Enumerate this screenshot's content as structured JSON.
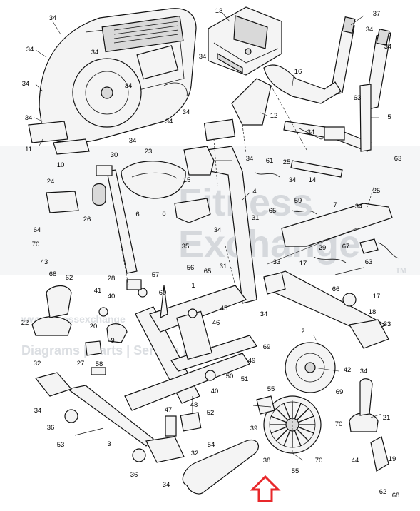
{
  "watermark": {
    "line1": "Fitness",
    "line2": "Exchange",
    "tm": "TM",
    "url": "www.fitnessexchange",
    "caption": "Diagrams | Parts | Service | Software"
  },
  "callouts": {
    "c11": "11",
    "c10": "10",
    "c34a": "34",
    "c34b": "34",
    "c34c": "34",
    "c34d": "34",
    "c34e": "34",
    "c34f": "34",
    "c34g": "34",
    "c34h": "34",
    "c34i": "34",
    "c34j": "34",
    "c34k": "34",
    "c34l": "34",
    "c34m": "34",
    "c34n": "34",
    "c34o": "34",
    "c34p": "34",
    "c34q": "34",
    "c34r": "34",
    "c13": "13",
    "c37": "37",
    "c16": "16",
    "c63a": "63",
    "c63b": "63",
    "c5": "5",
    "c12": "12",
    "c25a": "25",
    "c25b": "25",
    "c30": "30",
    "c23": "23",
    "c15": "15",
    "c61": "61",
    "c24": "24",
    "c4": "4",
    "c59": "59",
    "c7": "7",
    "c26": "26",
    "c6": "6",
    "c8": "8",
    "c31a": "31",
    "c31b": "31",
    "c65a": "65",
    "c65b": "65",
    "c64": "64",
    "c70a": "70",
    "c70b": "70",
    "c43": "43",
    "c35": "35",
    "c67": "67",
    "c29": "29",
    "c33a": "33",
    "c33b": "33",
    "c17a": "17",
    "c17b": "17",
    "c68a": "68",
    "c68b": "68",
    "c62a": "62",
    "c62b": "62",
    "c57": "57",
    "c56": "56",
    "c28": "28",
    "c60": "60",
    "c41": "41",
    "c40a": "40",
    "c40b": "40",
    "c66": "66",
    "c18": "18",
    "c45": "45",
    "c22": "22",
    "c20": "20",
    "c9": "9",
    "c1": "1",
    "c2": "2",
    "c27": "27",
    "c46": "46",
    "c69a": "69",
    "c69b": "69",
    "c58": "58",
    "c49": "49",
    "c50": "50",
    "c51": "51",
    "c42": "42",
    "c32a": "32",
    "c32b": "32",
    "c48": "48",
    "c55a": "55",
    "c55b": "55",
    "c39": "39",
    "c47": "47",
    "c52": "52",
    "c36a": "36",
    "c36b": "36",
    "c53": "53",
    "c3": "3",
    "c54": "54",
    "c38": "38",
    "c21": "21",
    "c44": "44",
    "c19": "19",
    "c14": "14"
  },
  "icons": {
    "indicator": "up-arrow-icon"
  },
  "colors": {
    "indicator": "#e8282b",
    "watermark": "#9aa3ad"
  }
}
